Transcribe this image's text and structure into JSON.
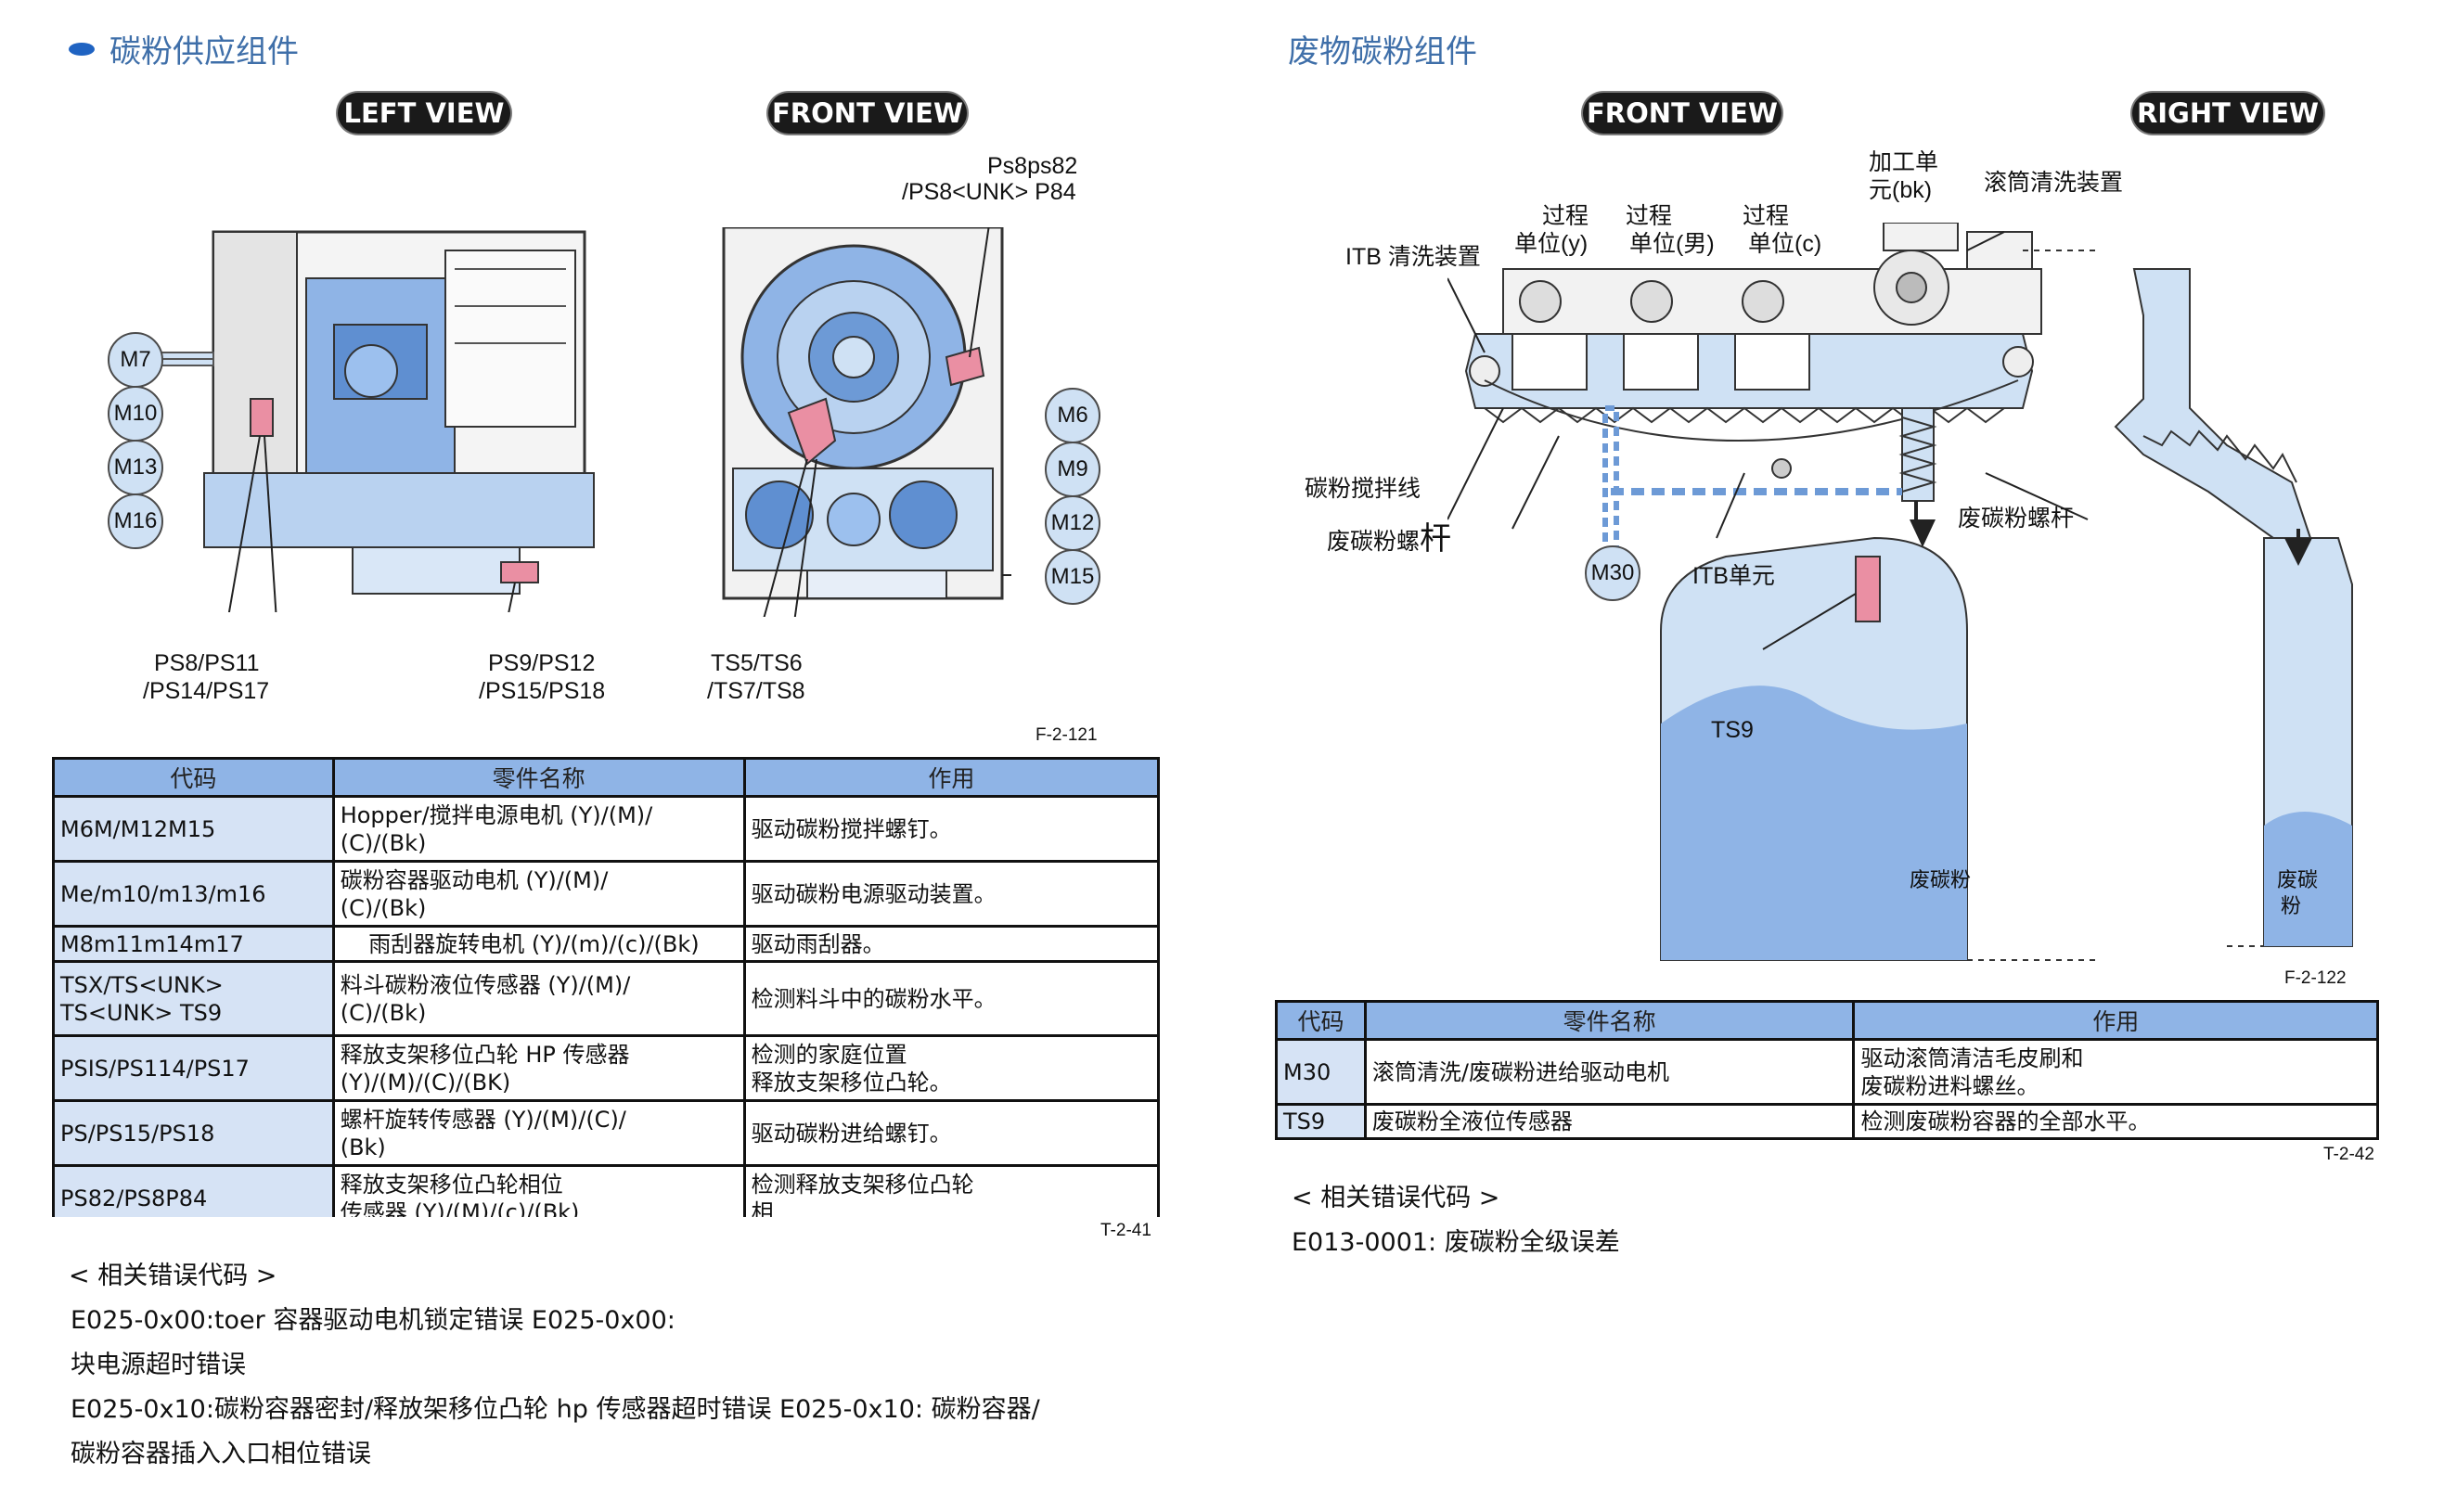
{
  "left": {
    "title": "碳粉供应组件",
    "view_left": "LEFT VIEW",
    "view_front": "FRONT VIEW",
    "labels": {
      "ps8ps82": "Ps8ps82",
      "ps8unk": "/PS8<UNK> P84",
      "m7": "M7",
      "m10": "M10",
      "m13": "M13",
      "m16": "M16",
      "m6": "M6",
      "m9": "M9",
      "m12": "M12",
      "m15": "M15",
      "ps8_11a": "PS8/PS11",
      "ps8_11b": "/PS14/PS17",
      "ps9_12a": "PS9/PS12",
      "ps9_12b": "/PS15/PS18",
      "ts5a": "TS5/TS6",
      "ts5b": "/TS7/TS8"
    },
    "fig_ref": "F-2-121",
    "table_ref": "T-2-41",
    "table": {
      "headers": [
        "代码",
        "零件名称",
        "作用"
      ],
      "rows": [
        {
          "code": "M6M/M12M15",
          "name": "Hopper/搅拌电源电机 (Y)/(M)/\n(C)/(Bk)",
          "func": "驱动碳粉搅拌螺钉。"
        },
        {
          "code": "Me/m10/m13/m16",
          "name": "碳粉容器驱动电机 (Y)/(M)/\n(C)/(Bk)",
          "func": "驱动碳粉电源驱动装置。"
        },
        {
          "code": "M8m11m14m17",
          "name": "    雨刮器旋转电机 (Y)/(m)/(c)/(Bk)",
          "func": "驱动雨刮器。"
        },
        {
          "code": "TSX/TS<UNK>\nTS<UNK> TS9",
          "name": "料斗碳粉液位传感器 (Y)/(M)/\n(C)/(Bk)",
          "func": "检测料斗中的碳粉水平。"
        },
        {
          "code": "PSIS/PS114/PS17",
          "name": "释放支架移位凸轮 HP 传感器\n(Y)/(M)/(C)/(BK)",
          "func": "检测的家庭位置\n释放支架移位凸轮。"
        },
        {
          "code": "PS/PS15/PS18",
          "name": "螺杆旋转传感器 (Y)/(M)/(C)/\n(Bk)",
          "func": "驱动碳粉进给螺钉。"
        },
        {
          "code": "PS82/PS8P84",
          "name": "释放支架移位凸轮相位\n传感器 (Y)/(M)/(c)/(Bk)",
          "func": "检测释放支架移位凸轮\n相"
        }
      ]
    },
    "errors_title": "< 相关错误代码 >",
    "errors": [
      "E025-0x00:toer 容器驱动电机锁定错误 E025-0x00:",
      "块电源超时错误",
      "E025-0x10:碳粉容器密封/释放架移位凸轮 hp 传感器超时错误 E025-0x10: 碳粉容器/",
      "碳粉容器插入入口相位错误"
    ]
  },
  "right": {
    "title": "废物碳粉组件",
    "view_front": "FRONT VIEW",
    "view_right": "RIGHT VIEW",
    "labels": {
      "proc_unit_a": "加工单",
      "proc_unit_b": "元(bk)",
      "drum_clean": "滚筒清洗装置",
      "py_a": "过程",
      "py_b": "单位(y)",
      "pm_a": "过程",
      "pm_b": "单位(男)",
      "pc_a": "过程",
      "pc_b": "单位(c)",
      "itb_clean": "ITB 清洗装置",
      "stir": "碳粉搅拌线",
      "screw_left_main": "废碳粉螺",
      "screw_left_end": "杆",
      "screw_right": "废碳粉螺杆",
      "m30": "M30",
      "itb_unit": "ITB单元",
      "ts9": "TS9",
      "waste_a": "废碳粉",
      "waste_b1": "废碳",
      "waste_b2": "粉"
    },
    "fig_ref": "F-2-122",
    "table_ref": "T-2-42",
    "table": {
      "headers": [
        "代码",
        "零件名称",
        "作用"
      ],
      "rows": [
        {
          "code": "M30",
          "name": "滚筒清洗/废碳粉进给驱动电机",
          "func": "驱动滚筒清洁毛皮刷和\n废碳粉进料螺丝。"
        },
        {
          "code": "TS9",
          "name": "废碳粉全液位传感器",
          "func": "检测废碳粉容器的全部水平。"
        }
      ]
    },
    "errors_title": "< 相关错误代码 >",
    "errors": [
      "E013-0001: 废碳粉全级误差"
    ]
  }
}
